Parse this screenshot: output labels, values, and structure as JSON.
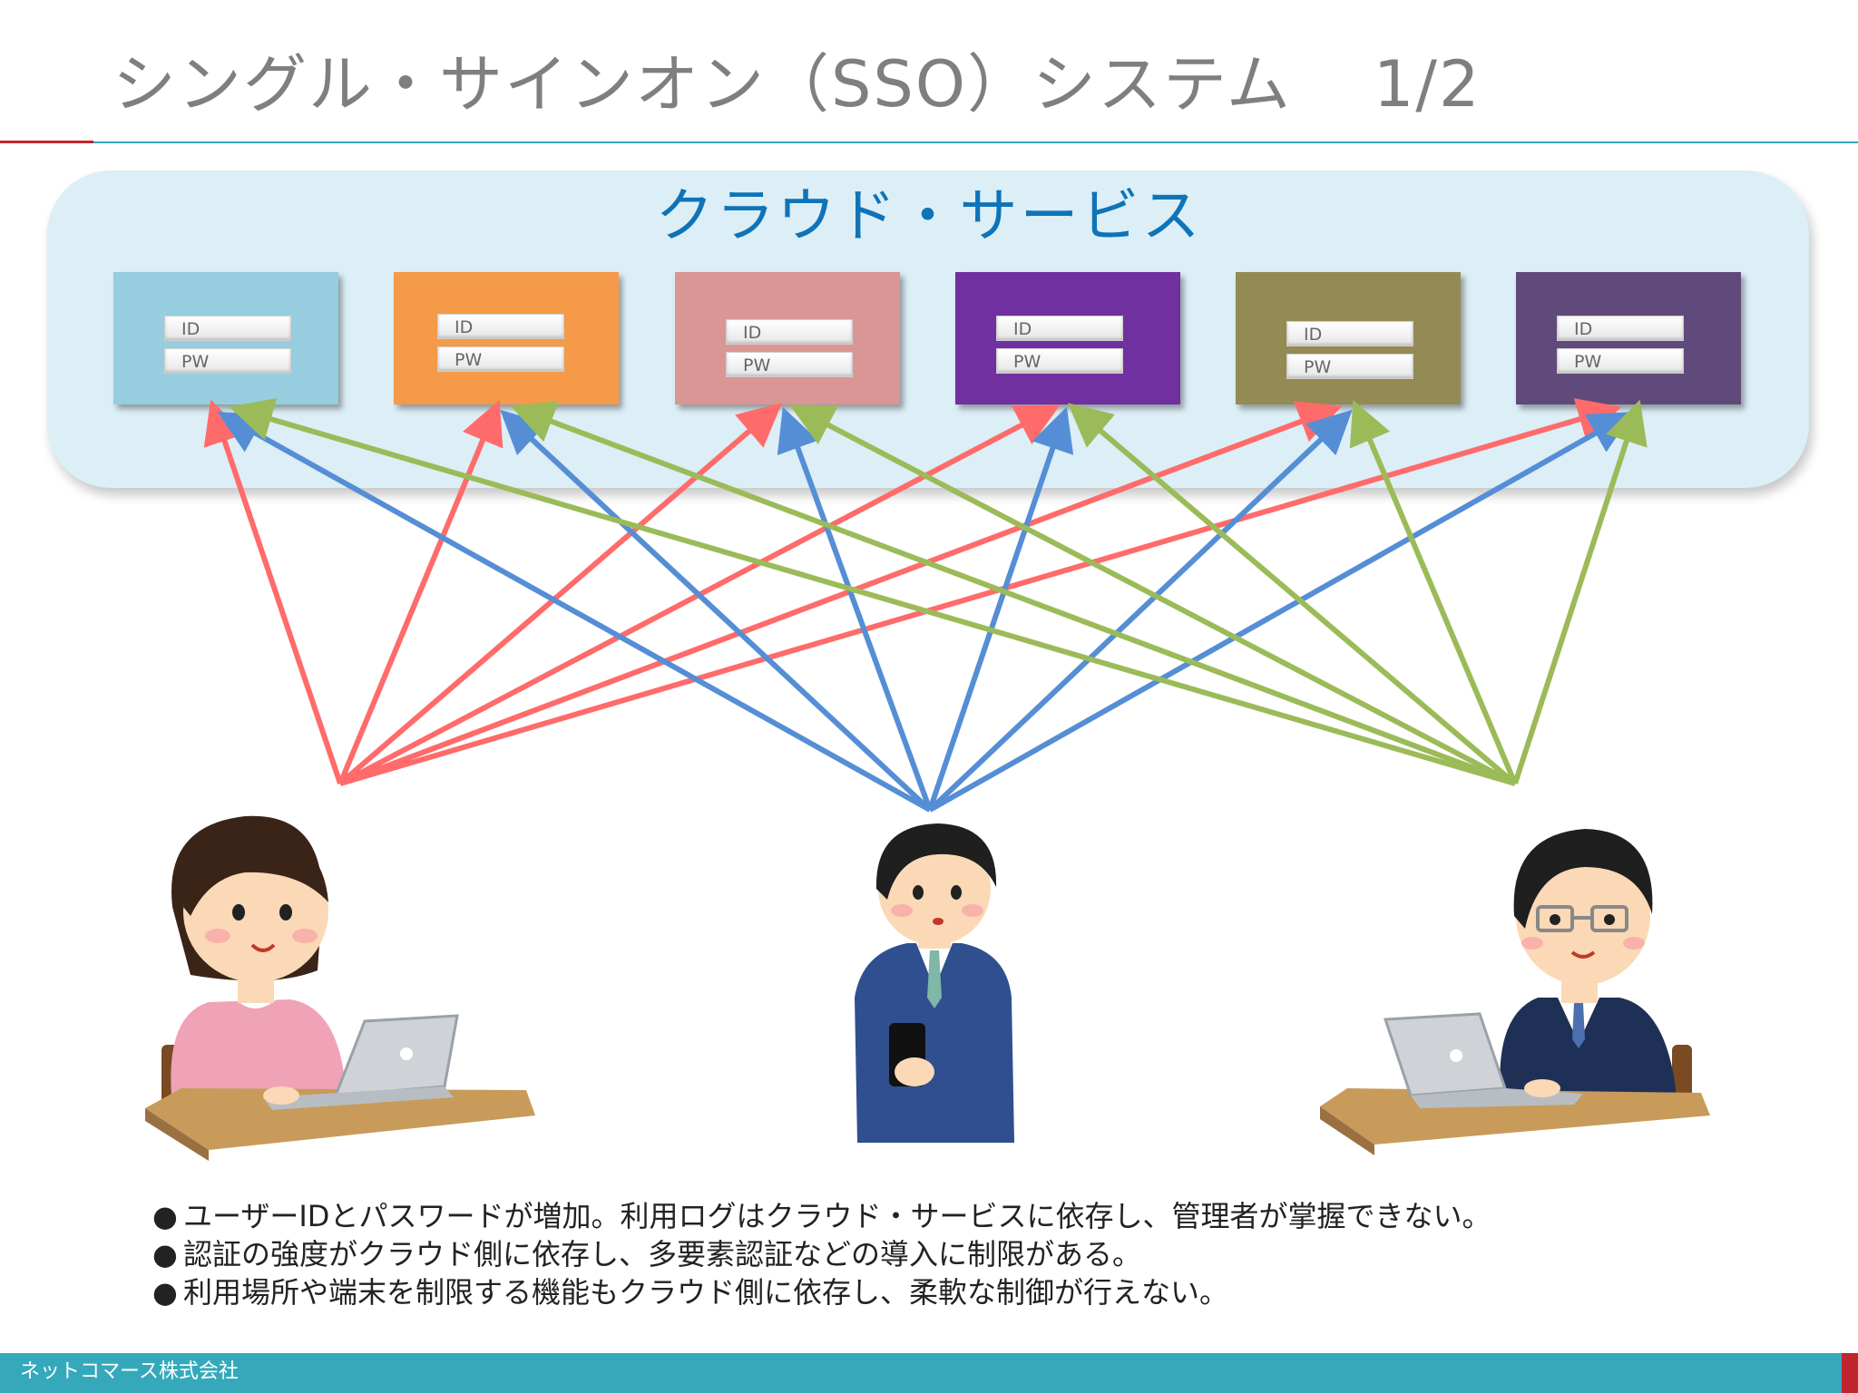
{
  "slide": {
    "title": "シングル・サインオン（SSO）システム",
    "page": "1/2"
  },
  "cloud": {
    "label": "クラウド・サービス",
    "services": [
      {
        "color": "#96cddf",
        "id_label": "ID",
        "pw_label": "PW"
      },
      {
        "color": "#f59a48",
        "id_label": "ID",
        "pw_label": "PW"
      },
      {
        "color": "#d99694",
        "id_label": "ID",
        "pw_label": "PW"
      },
      {
        "color": "#7030a0",
        "id_label": "ID",
        "pw_label": "PW"
      },
      {
        "color": "#948a54",
        "id_label": "ID",
        "pw_label": "PW"
      },
      {
        "color": "#604a7b",
        "id_label": "ID",
        "pw_label": "PW"
      }
    ]
  },
  "connections": {
    "users": [
      {
        "role": "woman-laptop",
        "color": "#ff6b6b"
      },
      {
        "role": "man-smartphone",
        "color": "#558ed5"
      },
      {
        "role": "man-glasses-laptop",
        "color": "#9bbb59"
      }
    ]
  },
  "bullets": [
    "ユーザーIDとパスワードが増加。利用ログはクラウド・サービスに依存し、管理者が掌握できない。",
    "認証の強度がクラウド側に依存し、多要素認証などの導入に制限がある。",
    "利用場所や端末を制限する機能もクラウド側に依存し、柔軟な制御が行えない。"
  ],
  "footer": {
    "company": "ネットコマース株式会社"
  }
}
